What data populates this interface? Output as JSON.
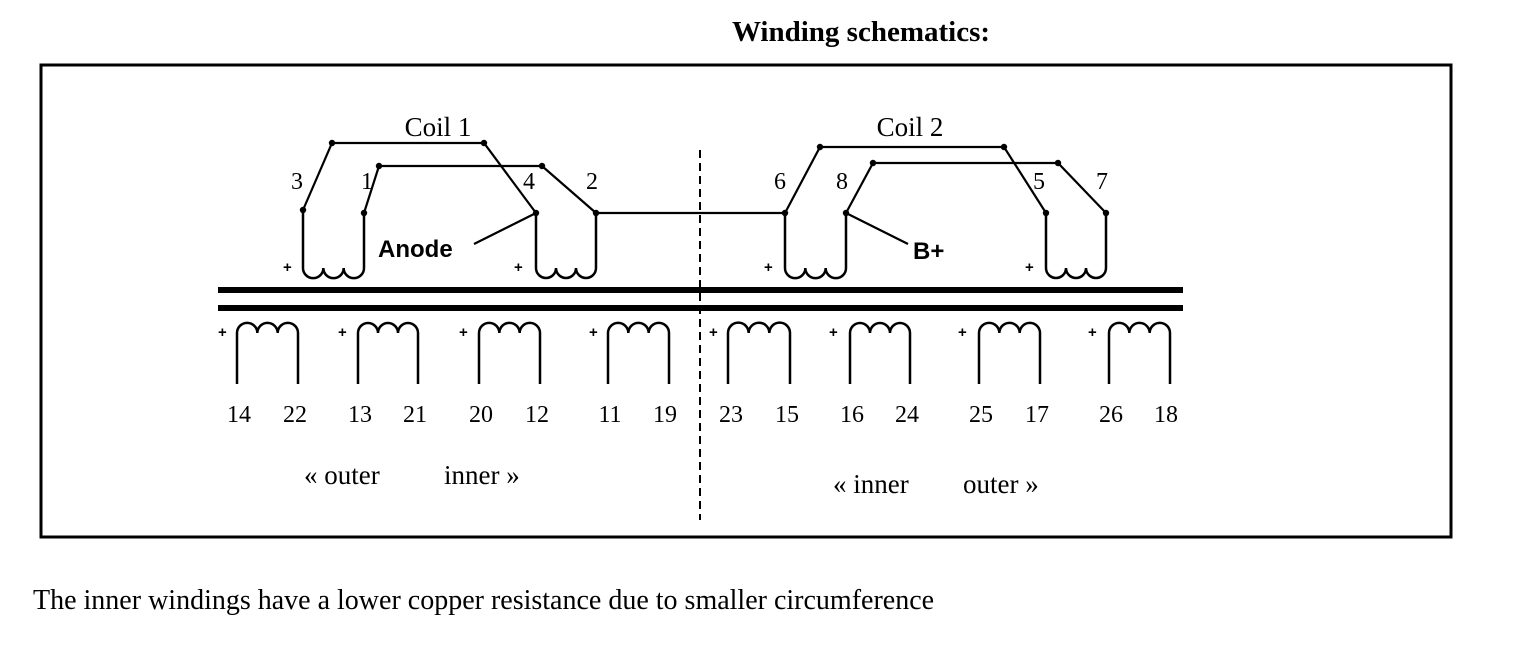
{
  "title": "Winding schematics:",
  "coils": [
    {
      "label": "Coil 1"
    },
    {
      "label": "Coil 2"
    }
  ],
  "connections": {
    "anode": "Anode",
    "bplus": "B+"
  },
  "upper_terminals": [
    "3",
    "1",
    "4",
    "2",
    "6",
    "8",
    "5",
    "7"
  ],
  "lower_terminals": [
    "14",
    "22",
    "13",
    "21",
    "20",
    "12",
    "11",
    "19",
    "23",
    "15",
    "16",
    "24",
    "25",
    "17",
    "26",
    "18"
  ],
  "polarity_mark": "+",
  "side_labels": {
    "left_outer": "« outer",
    "left_inner": "inner »",
    "right_inner": "« inner",
    "right_outer": "outer »"
  },
  "caption": "The inner windings have a lower copper resistance due to smaller circumference"
}
